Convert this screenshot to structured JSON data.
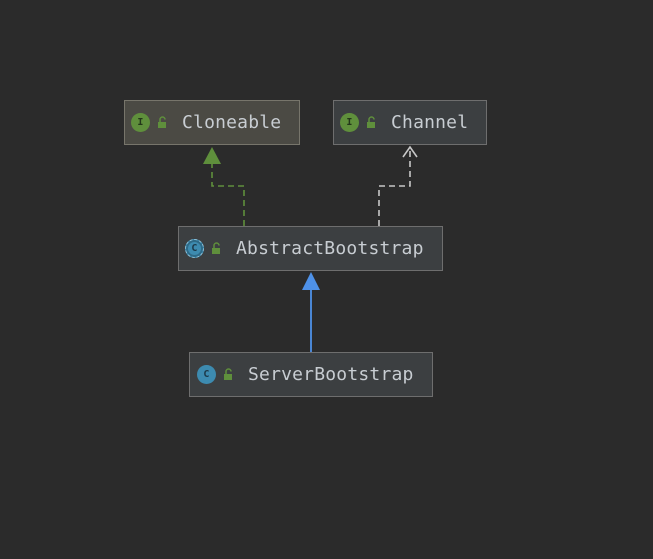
{
  "diagram": {
    "nodes": {
      "cloneable": {
        "name": "Cloneable",
        "kind": "interface",
        "kind_icon": "interface-icon",
        "kind_letter": "I",
        "visibility_icon": "unlocked-icon"
      },
      "channel": {
        "name": "Channel",
        "kind": "interface",
        "kind_icon": "interface-icon",
        "kind_letter": "I",
        "visibility_icon": "unlocked-icon"
      },
      "abstract_bootstrap": {
        "name": "AbstractBootstrap",
        "kind": "abstract-class",
        "kind_icon": "abstract-class-icon",
        "kind_letter": "C",
        "visibility_icon": "unlocked-icon"
      },
      "server_bootstrap": {
        "name": "ServerBootstrap",
        "kind": "class",
        "kind_icon": "class-icon",
        "kind_letter": "C",
        "visibility_icon": "unlocked-icon"
      }
    },
    "edges": [
      {
        "from": "AbstractBootstrap",
        "to": "Cloneable",
        "relation": "implements",
        "style": "dashed",
        "arrow": "hollow-triangle"
      },
      {
        "from": "AbstractBootstrap",
        "to": "Channel",
        "relation": "dependency",
        "style": "dashed",
        "arrow": "open"
      },
      {
        "from": "ServerBootstrap",
        "to": "AbstractBootstrap",
        "relation": "extends",
        "style": "solid",
        "arrow": "filled-triangle"
      }
    ],
    "colors": {
      "background": "#2b2b2b",
      "interface_icon": "#5f8f3c",
      "class_icon": "#3d8bb0",
      "implements_edge": "#5f8f3c",
      "dependency_edge": "#c8c8c8",
      "extends_edge": "#4e91e8",
      "label_text": "#c8cdd2"
    }
  }
}
